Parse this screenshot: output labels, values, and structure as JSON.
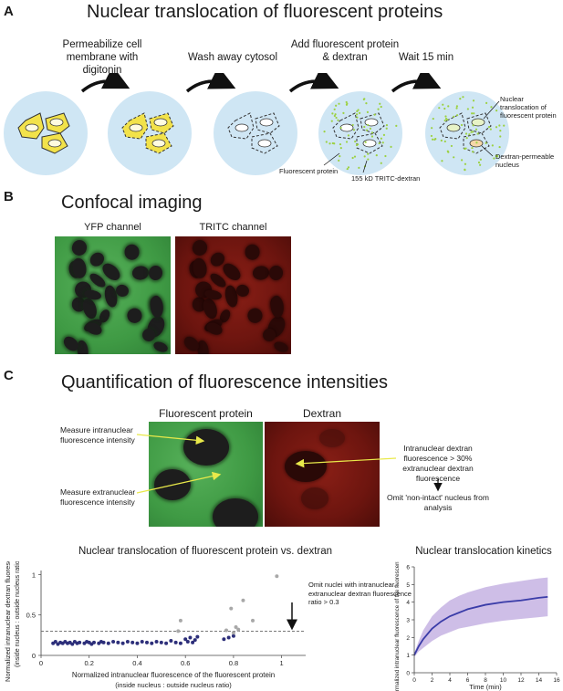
{
  "panel_a": {
    "letter": "A",
    "title": "Nuclear translocation of fluorescent proteins",
    "steps": [
      "Permeabilize cell membrane with digitonin",
      "Wash away cytosol",
      "Add fluorescent protein & dextran",
      "Wait 15 min"
    ],
    "labels": {
      "fluorescent_protein": "Fluorescent protein",
      "tritc_dextran": "155 kD TRITC-dextran",
      "nuclear_translocation": "Nuclear translocation of fluorescent protein",
      "dextran_permeable": "Dextran-permeable nucleus"
    },
    "colors": {
      "circle": "#cfe6f4",
      "cell": "#f2e24a",
      "dot": "#9cd142"
    }
  },
  "panel_b": {
    "letter": "B",
    "title": "Confocal imaging",
    "channels": [
      "YFP channel",
      "TRITC channel"
    ]
  },
  "panel_c": {
    "letter": "C",
    "title": "Quantification of fluorescence intensities",
    "image_labels": [
      "Fluorescent protein",
      "Dextran"
    ],
    "left_notes": [
      "Measure intranuclear fluorescence intensity",
      "Measure extranuclear fluorescence intensity"
    ],
    "right_note": "Intranuclear dextran fluorescence > 30% extranuclear dextran fluorescence",
    "omit_note": "Omit 'non-intact' nucleus from analysis"
  },
  "chart_data": [
    {
      "type": "scatter",
      "title": "Nuclear translocation of fluorescent protein vs. dextran",
      "xlabel": "Normalized intranuclear fluorescence of the fluorescent protein",
      "xlabel2": "(inside nucleus : outside nucleus ratio)",
      "ylabel": "Normalized intranuclear dextran fluorescence",
      "ylabel2": "(inside nucleus : outside nucleus ratio)",
      "xlim": [
        0,
        1.1
      ],
      "ylim": [
        0,
        1.05
      ],
      "xticks": [
        "0",
        "0.2",
        "0.4",
        "0.6",
        "0.8",
        "1"
      ],
      "yticks": [
        "0",
        "0.5",
        "1"
      ],
      "threshold": 0.3,
      "annotation": "Omit nuclei with intranuclear : extranuclear dextran fluorescence ratio > 0.3",
      "series": [
        {
          "color": "#2d2f7a",
          "points": [
            [
              0.05,
              0.15
            ],
            [
              0.06,
              0.17
            ],
            [
              0.07,
              0.14
            ],
            [
              0.08,
              0.16
            ],
            [
              0.09,
              0.15
            ],
            [
              0.1,
              0.17
            ],
            [
              0.11,
              0.15
            ],
            [
              0.12,
              0.16
            ],
            [
              0.13,
              0.14
            ],
            [
              0.14,
              0.17
            ],
            [
              0.15,
              0.15
            ],
            [
              0.16,
              0.16
            ],
            [
              0.18,
              0.15
            ],
            [
              0.19,
              0.17
            ],
            [
              0.2,
              0.16
            ],
            [
              0.21,
              0.14
            ],
            [
              0.22,
              0.16
            ],
            [
              0.24,
              0.15
            ],
            [
              0.25,
              0.17
            ],
            [
              0.26,
              0.16
            ],
            [
              0.28,
              0.15
            ],
            [
              0.3,
              0.17
            ],
            [
              0.32,
              0.16
            ],
            [
              0.34,
              0.15
            ],
            [
              0.36,
              0.17
            ],
            [
              0.38,
              0.16
            ],
            [
              0.4,
              0.15
            ],
            [
              0.42,
              0.17
            ],
            [
              0.44,
              0.16
            ],
            [
              0.46,
              0.15
            ],
            [
              0.48,
              0.17
            ],
            [
              0.5,
              0.16
            ],
            [
              0.52,
              0.15
            ],
            [
              0.54,
              0.18
            ],
            [
              0.56,
              0.16
            ],
            [
              0.58,
              0.15
            ],
            [
              0.6,
              0.2
            ],
            [
              0.61,
              0.17
            ],
            [
              0.62,
              0.22
            ],
            [
              0.63,
              0.16
            ],
            [
              0.64,
              0.19
            ],
            [
              0.65,
              0.23
            ],
            [
              0.76,
              0.2
            ],
            [
              0.78,
              0.22
            ],
            [
              0.8,
              0.24
            ]
          ]
        },
        {
          "color": "#a8a8a8",
          "points": [
            [
              0.57,
              0.3
            ],
            [
              0.58,
              0.43
            ],
            [
              0.77,
              0.31
            ],
            [
              0.79,
              0.58
            ],
            [
              0.8,
              0.28
            ],
            [
              0.81,
              0.35
            ],
            [
              0.82,
              0.32
            ],
            [
              0.84,
              0.68
            ],
            [
              0.88,
              0.43
            ],
            [
              0.98,
              0.98
            ]
          ]
        }
      ]
    },
    {
      "type": "area",
      "title": "Nuclear translocation kinetics",
      "xlabel": "Time (min)",
      "ylabel": "Normalized intranuclear fluorescence of the fluorescent protein",
      "xlim": [
        0,
        16
      ],
      "ylim": [
        0,
        6
      ],
      "xticks": [
        "0",
        "2",
        "4",
        "6",
        "8",
        "10",
        "12",
        "14",
        "16"
      ],
      "yticks": [
        "0",
        "1",
        "2",
        "3",
        "4",
        "5",
        "6"
      ],
      "x": [
        0,
        0.5,
        1,
        2,
        3,
        4,
        5,
        6,
        8,
        10,
        12,
        14,
        15
      ],
      "mean": [
        1.0,
        1.5,
        1.9,
        2.5,
        2.9,
        3.2,
        3.4,
        3.6,
        3.85,
        4.0,
        4.1,
        4.25,
        4.3
      ],
      "lower": [
        0.9,
        1.2,
        1.4,
        1.8,
        2.1,
        2.3,
        2.5,
        2.6,
        2.8,
        2.95,
        3.05,
        3.15,
        3.2
      ],
      "upper": [
        1.1,
        1.8,
        2.4,
        3.2,
        3.7,
        4.1,
        4.35,
        4.55,
        4.85,
        5.05,
        5.2,
        5.35,
        5.4
      ],
      "line_color": "#3a3ca8",
      "band_color": "#c6b3e3"
    }
  ]
}
